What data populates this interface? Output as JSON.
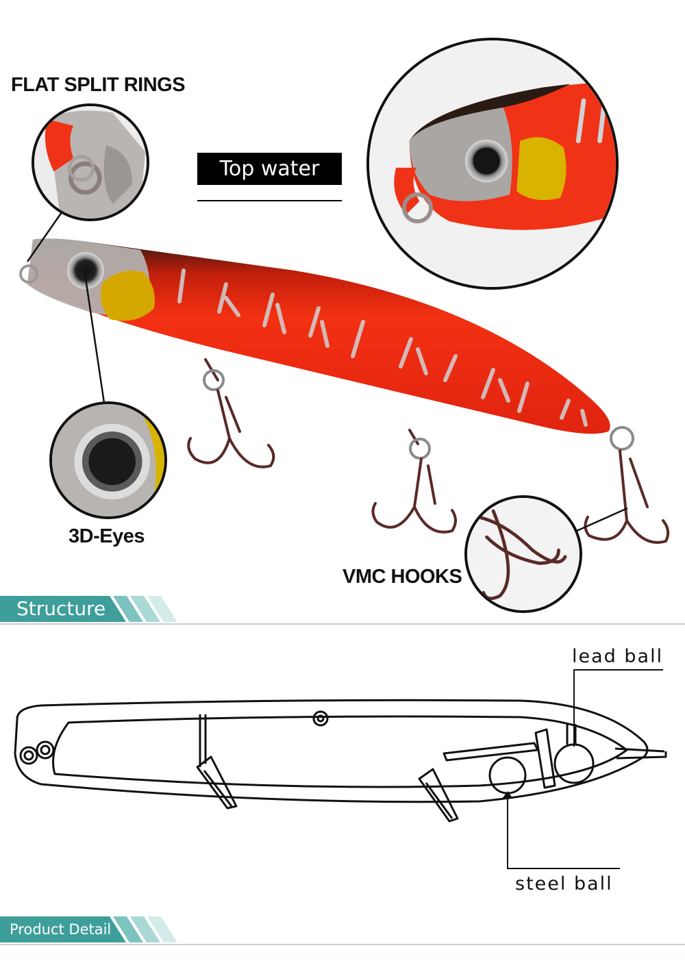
{
  "labels": {
    "flat_split_rings": "FLAT SPLIT RINGS",
    "top_water": "Top water",
    "eyes": "3D-Eyes",
    "vmc_hooks": "VMC HOOKS"
  },
  "sections": {
    "structure": "Structure",
    "product_detail": "Product Detail"
  },
  "diagram": {
    "lead_ball": "lead ball",
    "steel_ball": "steel ball"
  },
  "colors": {
    "lure_red": "#f02a10",
    "lure_dark": "#2a1a14",
    "lure_silver": "#b9b6b4",
    "lure_yellow": "#d8b400",
    "accent_teal": "#3e9e9a"
  },
  "icons": [
    "split-ring-icon",
    "treble-hook-icon",
    "eye-icon"
  ]
}
